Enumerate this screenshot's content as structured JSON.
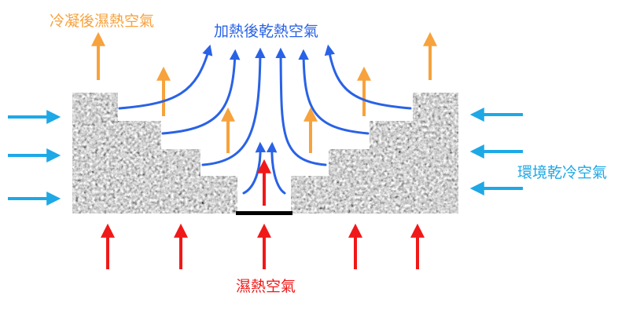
{
  "labels": {
    "condensed_moist_air": "冷凝後濕熱空氣",
    "heated_dry_air": "加熱後乾熱空氣",
    "ambient_dry_cold_air": "環境乾冷空氣",
    "moist_hot_air": "濕熱空氣"
  },
  "colors": {
    "orange": "#f7a23c",
    "blue": "#2962e6",
    "cyan": "#1ea8e6",
    "red": "#f01818",
    "block": "#9a9a9a",
    "base": "#000000"
  }
}
